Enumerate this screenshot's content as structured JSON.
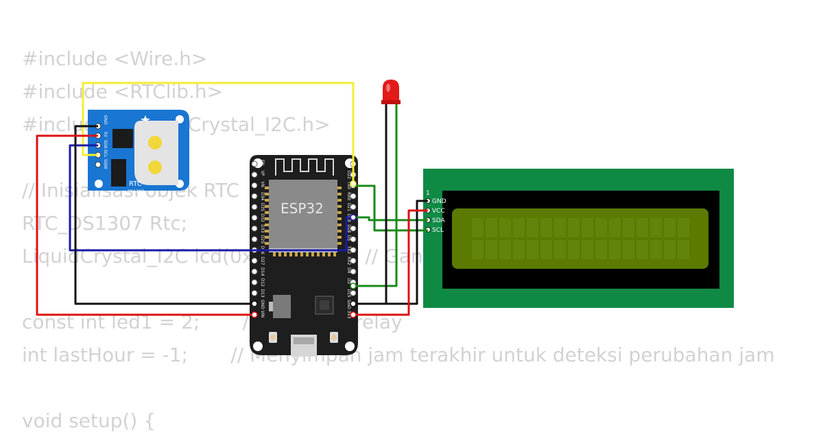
{
  "code_lines": [
    "#include <Wire.h>",
    "#include <RTClib.h>",
    "#include <LiquidCrystal_I2C.h>",
    "",
    "// Inisialisasi objek RTC",
    "RTC_DS1307 Rtc;",
    "LiquidCrystal_I2C lcd(0x27, 16, 2);  // Ganti alamat jika LCD tidak muncul",
    "",
    "const int led1 = 2;       // LED atau relay",
    "int lastHour = -1;       // Menyimpan jam terakhir untuk deteksi perubahan jam",
    "",
    "void setup() {"
  ],
  "rtc": {
    "label": "RTC",
    "sublabel": "DS1307",
    "pins": [
      "GND",
      "5V",
      "SDA",
      "SCL",
      "SQW"
    ]
  },
  "esp32": {
    "label": "ESP32",
    "left_pins": [
      "EN",
      "VP",
      "VN",
      "D34",
      "D35",
      "D32",
      "D33",
      "D25",
      "D26",
      "D27",
      "D14",
      "D12",
      "D13",
      "GND",
      "VIN"
    ],
    "right_pins": [
      "D23",
      "D22",
      "TX0",
      "RX0",
      "D21",
      "D19",
      "D18",
      "D5",
      "TX2",
      "RX2",
      "D4",
      "D2",
      "D15",
      "GND",
      "3V3"
    ]
  },
  "lcd": {
    "pin1_label": "1",
    "pins": [
      "GND",
      "VCC",
      "SDA",
      "SCL"
    ]
  },
  "colors": {
    "wire_yellow": "#f4ee32",
    "wire_green": "#188a18",
    "wire_black": "#111111",
    "wire_red": "#dd1111",
    "wire_blue": "#1a1aa8",
    "rtc_board": "#1976d2",
    "esp_board": "#1e1e1e",
    "lcd_board": "#0f8a45",
    "lcd_screen": "#5a7a00",
    "led": "#e31a1a"
  }
}
